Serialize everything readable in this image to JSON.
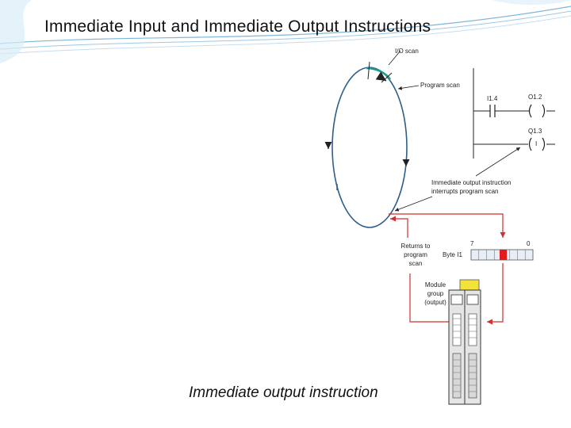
{
  "title": "Immediate Input and Immediate Output Instructions",
  "caption": "Immediate output instruction",
  "diagram": {
    "io_scan_label": "I/O scan",
    "program_scan_label": "Program scan",
    "contact_label": "I1.4",
    "coil1_label": "O1.2",
    "coil2_label": "Q1.3",
    "coil2_symbol": "I",
    "interrupt_line1": "Immediate output instruction",
    "interrupt_line2": "interrupts program scan",
    "returns_line1": "Returns to",
    "returns_line2": "program",
    "returns_line3": "scan",
    "byte_label": "Byte I1",
    "bit_high": "7",
    "bit_low": "0",
    "module_line1": "Module",
    "module_line2": "group",
    "module_line3": "(output)"
  },
  "colors": {
    "flow_arrow": "#d32f2f",
    "scan_circle": "#2e5f8a",
    "highlight_bit": "#e41b1b",
    "module_top": "#f3e23a",
    "accent_arrow": "#1d9a8a"
  }
}
